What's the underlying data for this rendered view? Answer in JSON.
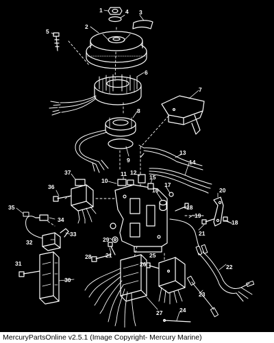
{
  "footer": {
    "text": "MercuryPartsOnline v2.5.1 (Image Copyright- Mercury Marine)"
  },
  "callouts": [
    "1",
    "2",
    "3",
    "4",
    "5",
    "6",
    "7",
    "8",
    "9",
    "10",
    "11",
    "12",
    "13",
    "14",
    "15",
    "16",
    "17",
    "18",
    "19",
    "20",
    "21",
    "22",
    "23",
    "24",
    "25",
    "26",
    "27",
    "28",
    "29",
    "30",
    "31",
    "32",
    "33",
    "34",
    "35",
    "36",
    "37"
  ],
  "colors": {
    "background": "#000000",
    "line": "#ffffff",
    "footer_bg": "#ffffff",
    "footer_text": "#000000"
  }
}
